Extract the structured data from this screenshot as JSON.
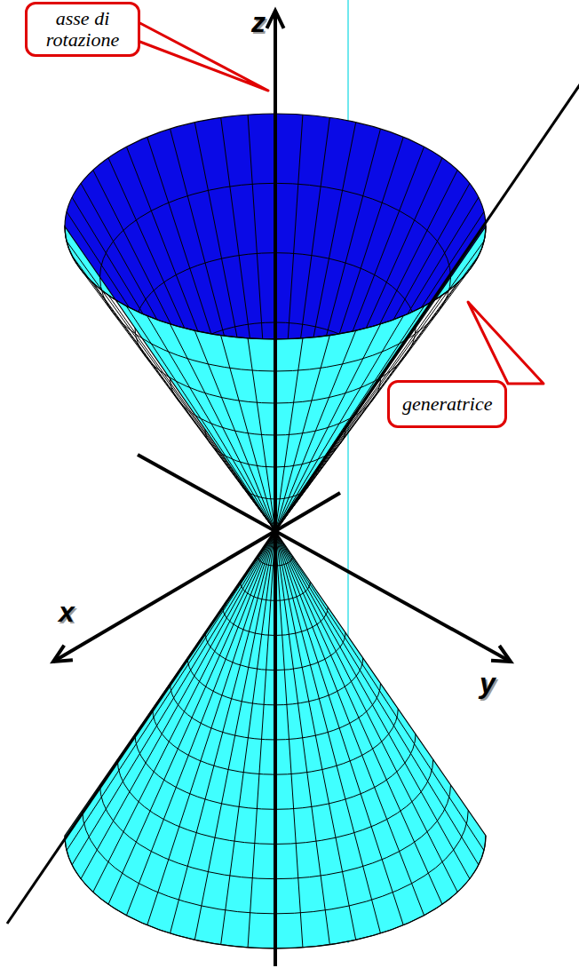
{
  "diagram": {
    "nodes": [
      {
        "text": [
          "asse di rotazione"
        ]
      },
      {
        "text": [
          "generatrice"
        ]
      }
    ],
    "labels": [
      "z",
      "x",
      "y"
    ]
  }
}
